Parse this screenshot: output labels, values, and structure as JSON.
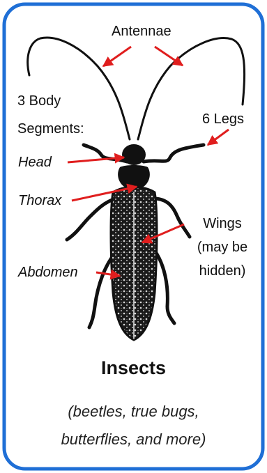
{
  "colors": {
    "frame": "#1f6fd6",
    "arrow": "#e01e1e",
    "ink": "#111111"
  },
  "labels": {
    "antennae": "Antennae",
    "body_segments_line1": "3 Body",
    "body_segments_line2": "Segments:",
    "head": "Head",
    "thorax": "Thorax",
    "abdomen": "Abdomen",
    "legs": "6 Legs",
    "wings_line1": "Wings",
    "wings_line2": "(may be",
    "wings_line3": "hidden)"
  },
  "title": "Insects",
  "subtitle_line1": "(beetles, true bugs,",
  "subtitle_line2": "butterflies, and more)"
}
